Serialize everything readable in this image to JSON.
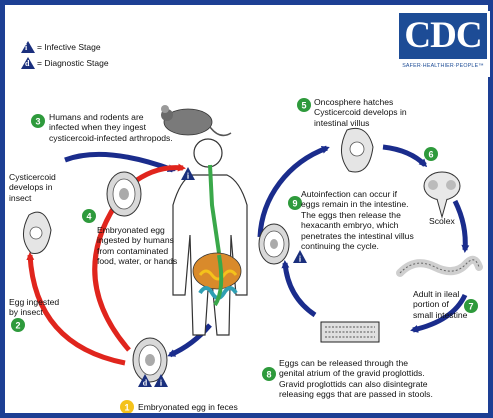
{
  "legend": {
    "infective_letter": "i",
    "infective_label": "= Infective Stage",
    "diagnostic_letter": "d",
    "diagnostic_label": "= Diagnostic Stage"
  },
  "logo": {
    "mark": "CDC",
    "tagline": "SAFER·HEALTHIER·PEOPLE™"
  },
  "stages": [
    {
      "number": "1",
      "text": "Embryonated egg in feces"
    },
    {
      "number": "2",
      "text": "Egg ingested\nby insect"
    },
    {
      "number": "3",
      "text": "Humans and rodents are\ninfected when they ingest\ncysticercoid-infected arthropods."
    },
    {
      "number": "4",
      "text": "Embryonated egg\ningested by humans\nfrom contaminated\nfood, water, or hands"
    },
    {
      "number": "5",
      "text": "Oncosphere hatches\nCysticercoid develops in\nintestinal villus"
    },
    {
      "number": "6",
      "text": "Scolex"
    },
    {
      "number": "7",
      "text": "Adult in ileal\nportion of\nsmall intestine"
    },
    {
      "number": "8",
      "text": "Eggs can be released through the\ngenital atrium of the gravid proglottids.\nGravid proglottids can also disintegrate\nreleasing eggs that are passed in stools."
    },
    {
      "number": "9",
      "text": "Autoinfection can occur if\neggs remain in the intestine.\nThe eggs then release the\nhexacanth embryo, which\npenetrates the intestinal villus\ncontinuing the cycle."
    }
  ],
  "insect_label": "Cysticercoid\ndevelops in\ninsect",
  "colors": {
    "frame": "#1d3f94",
    "arrow_blue": "#1a2c8c",
    "arrow_red": "#e0251d",
    "badge_green": "#2e9a3c",
    "badge_yellow": "#f4c21b",
    "stage_triangle": "#1a2f7d",
    "gut_orange": "#d98a2b",
    "gut_teal": "#2f9fb3",
    "gut_green": "#3aa84a"
  },
  "icons": [
    "infective-stage-icon",
    "diagnostic-stage-icon",
    "rat-icon",
    "human-body-icon",
    "egg-icon",
    "cysticercoid-icon",
    "scolex-icon",
    "adult-worm-icon",
    "proglottid-icon"
  ]
}
